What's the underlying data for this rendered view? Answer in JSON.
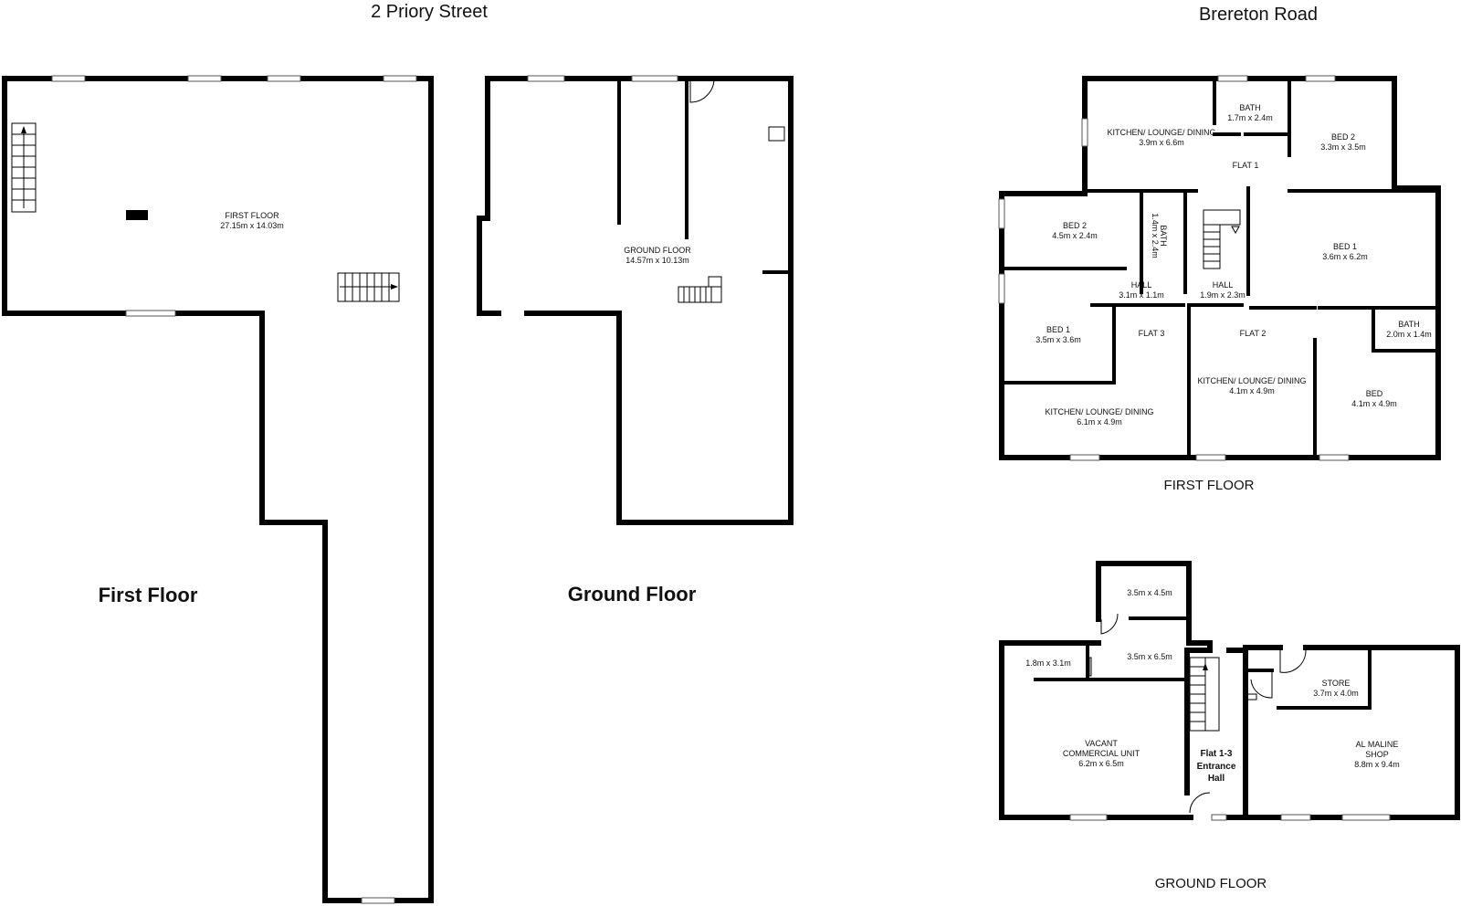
{
  "priory": {
    "title": "2 Priory Street",
    "first_floor_heading": "First Floor",
    "ground_floor_heading": "Ground Floor",
    "first_floor_room": {
      "name": "FIRST FLOOR",
      "size": "27.15m x 14.03m"
    },
    "ground_floor_room": {
      "name": "GROUND FLOOR",
      "size": "14.57m x 10.13m"
    }
  },
  "brereton": {
    "title": "Brereton Road",
    "first_floor_caption": "FIRST FLOOR",
    "ground_floor_caption": "GROUND FLOOR",
    "first_floor": {
      "flat1_kitchen": {
        "name": "KITCHEN/ LOUNGE/ DINING",
        "size": "3.9m x 6.6m"
      },
      "flat1_bath": {
        "name": "BATH",
        "size": "1.7m x 2.4m"
      },
      "flat1_bed2": {
        "name": "BED 2",
        "size": "3.3m x 3.5m"
      },
      "flat1_label": "FLAT 1",
      "flat3_bed2": {
        "name": "BED 2",
        "size": "4.5m x 2.4m"
      },
      "flat3_bath": {
        "name": "BATH",
        "size": "1.4m x 2.4m"
      },
      "flat1_bed1": {
        "name": "BED 1",
        "size": "3.6m x 6.2m"
      },
      "hall_a": {
        "name": "HALL",
        "size": "3.1m x 1.1m"
      },
      "hall_b": {
        "name": "HALL",
        "size": "1.9m x 2.3m"
      },
      "flat3_bed1": {
        "name": "BED 1",
        "size": "3.5m x 3.6m"
      },
      "flat3_label": "FLAT 3",
      "flat2_label": "FLAT 2",
      "flat2_bath": {
        "name": "BATH",
        "size": "2.0m x 1.4m"
      },
      "flat2_kitchen": {
        "name": "KITCHEN/ LOUNGE/ DINING",
        "size": "4.1m x 4.9m"
      },
      "flat2_bed": {
        "name": "BED",
        "size": "4.1m x 4.9m"
      },
      "flat3_kitchen": {
        "name": "KITCHEN/ LOUNGE/ DINING",
        "size": "6.1m x 4.9m"
      }
    },
    "ground_floor": {
      "room_top": "3.5m x 4.5m",
      "room_mid": "3.5m x 6.5m",
      "room_small": "1.8m x 3.1m",
      "vacant": {
        "line1": "VACANT",
        "line2": "COMMERCIAL UNIT",
        "size": "6.2m x 6.5m"
      },
      "entrance": {
        "line1": "Flat 1-3",
        "line2": "Entrance",
        "line3": "Hall"
      },
      "store": {
        "name": "STORE",
        "size": "3.7m x 4.0m"
      },
      "shop": {
        "line1": "AL MALINE",
        "line2": "SHOP",
        "size": "8.8m x 9.4m"
      }
    }
  }
}
